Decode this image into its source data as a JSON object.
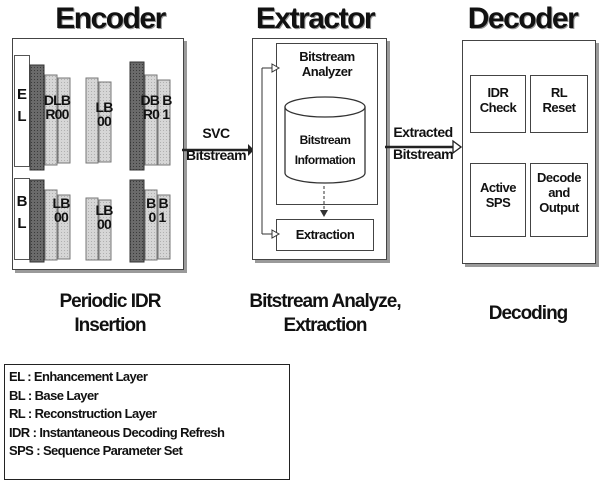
{
  "encoder": {
    "title": "Encoder",
    "caption_line1": "Periodic IDR",
    "caption_line2": "Insertion",
    "el_tag_1": "E",
    "el_tag_2": "L",
    "bl_tag_1": "B",
    "bl_tag_2": "L",
    "el_frames": [
      "DLB R00",
      "LB 00",
      "DB B R0 1"
    ],
    "bl_frames": [
      "LB 00",
      "LB 00",
      "B B 0 1"
    ]
  },
  "extractor": {
    "title": "Extractor",
    "analyzer_line1": "Bitstream",
    "analyzer_line2": "Analyzer",
    "info_line1": "Bitstream",
    "info_line2": "Information",
    "extraction": "Extraction",
    "caption_line1": "Bitstream Analyze,",
    "caption_line2": "Extraction"
  },
  "decoder": {
    "title": "Decoder",
    "idr_line1": "IDR",
    "idr_line2": "Check",
    "rl_line1": "RL",
    "rl_line2": "Reset",
    "sps_line1": "Active",
    "sps_line2": "SPS",
    "out_line1": "Decode",
    "out_line2": "and",
    "out_line3": "Output",
    "caption": "Decoding"
  },
  "arrows": {
    "svc_line1": "SVC",
    "svc_line2": "Bitstream",
    "ext_line1": "Extracted",
    "ext_line2": "Bitstream"
  },
  "legend": [
    "EL : Enhancement Layer",
    "BL : Base Layer",
    "RL : Reconstruction Layer",
    "IDR : Instantaneous Decoding Refresh",
    "SPS : Sequence Parameter Set"
  ],
  "colors": {
    "idr_frame": "#6e6e6e",
    "frame": "#d4d4d4",
    "shadow": "#9a9a9a"
  }
}
